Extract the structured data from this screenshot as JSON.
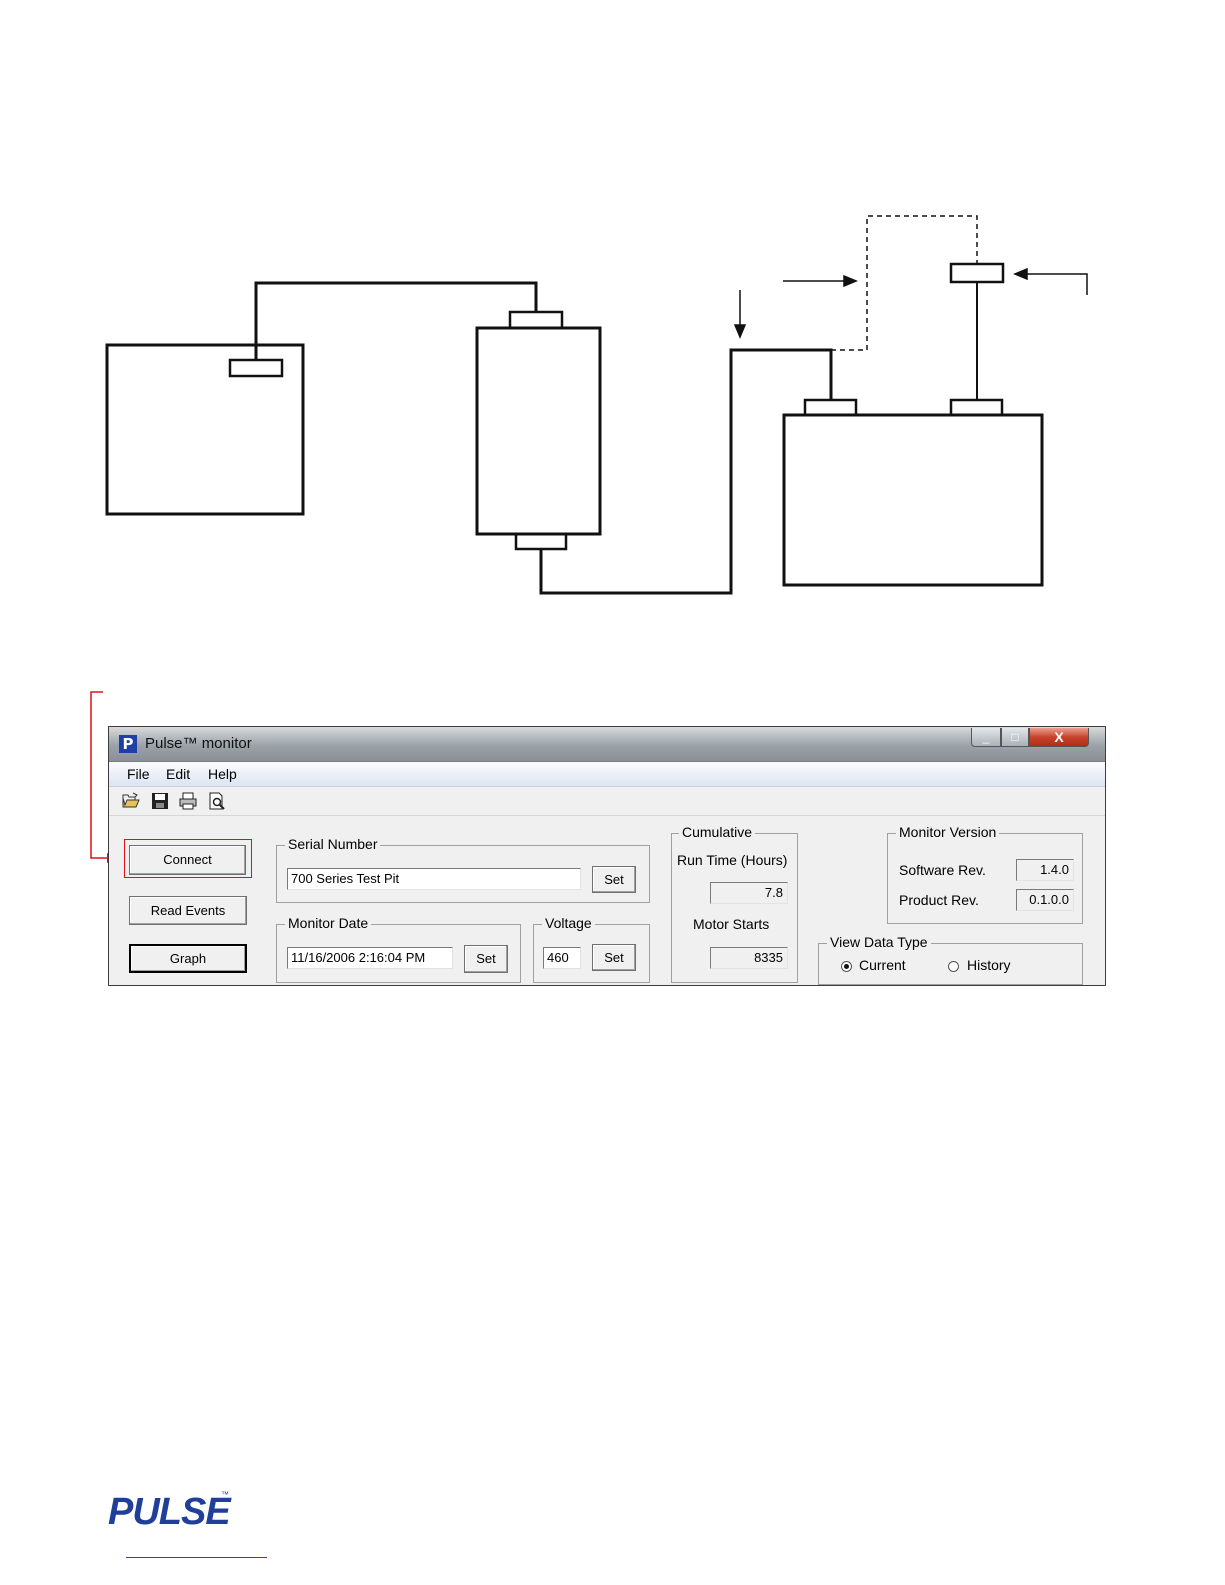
{
  "window": {
    "title": "Pulse™ monitor",
    "close_glyph": "X",
    "min_glyph": "_",
    "max_glyph": "□"
  },
  "menu": [
    "File",
    "Edit",
    "Help"
  ],
  "toolbar_icons": [
    "open-folder-icon",
    "save-icon",
    "print-icon",
    "print-preview-icon"
  ],
  "buttons": {
    "connect": "Connect",
    "read_events": "Read Events",
    "graph": "Graph"
  },
  "serial_number": {
    "legend": "Serial Number",
    "value": "700 Series Test Pit",
    "set": "Set"
  },
  "monitor_date": {
    "legend": "Monitor Date",
    "value": "11/16/2006 2:16:04 PM",
    "set": "Set"
  },
  "voltage": {
    "legend": "Voltage",
    "value": "460",
    "set": "Set"
  },
  "cumulative": {
    "legend": "Cumulative",
    "run_time_label": "Run Time (Hours)",
    "run_time_value": "7.8",
    "motor_starts_label": "Motor Starts",
    "motor_starts_value": "8335"
  },
  "monitor_version": {
    "legend": "Monitor Version",
    "software_label": "Software Rev.",
    "software_value": "1.4.0",
    "product_label": "Product Rev.",
    "product_value": "0.1.0.0"
  },
  "view_data_type": {
    "legend": "View Data Type",
    "options": [
      "Current",
      "History"
    ],
    "selected": "Current"
  },
  "logo": {
    "text": "PULSE",
    "tm": "™"
  },
  "colors": {
    "highlight": "#e0101a",
    "logo_blue": "#1f3f9a",
    "link_blue": "#2a41c9"
  }
}
